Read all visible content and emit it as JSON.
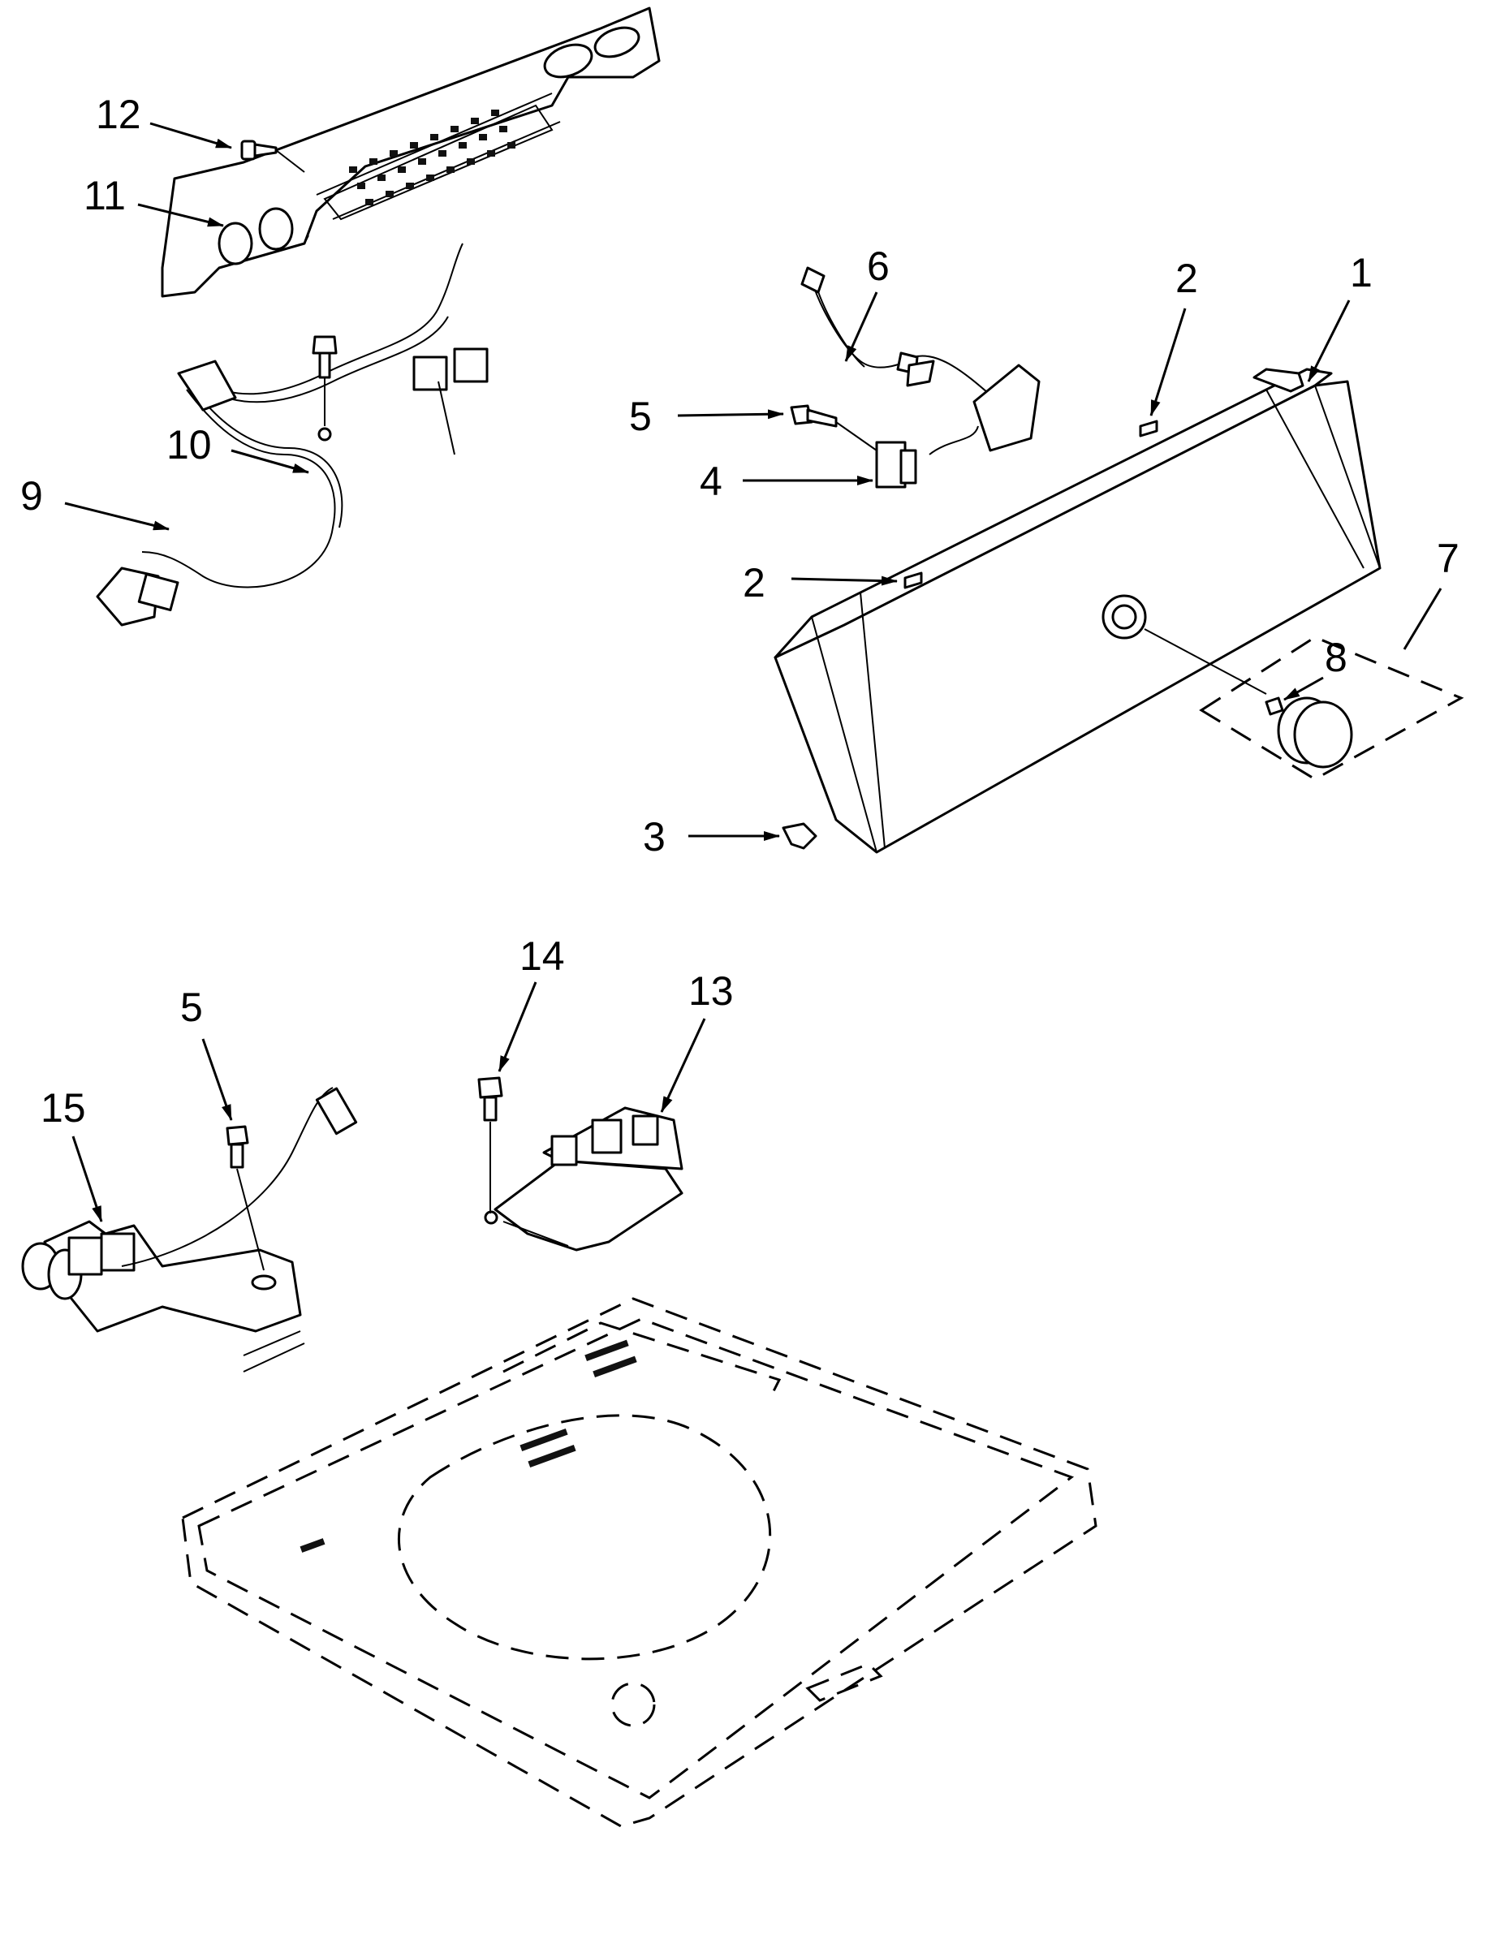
{
  "callouts": [
    {
      "id": "c12",
      "label": "12"
    },
    {
      "id": "c11",
      "label": "11"
    },
    {
      "id": "c6",
      "label": "6"
    },
    {
      "id": "c1",
      "label": "1"
    },
    {
      "id": "c2a",
      "label": "2"
    },
    {
      "id": "c5a",
      "label": "5"
    },
    {
      "id": "c10",
      "label": "10"
    },
    {
      "id": "c4",
      "label": "4"
    },
    {
      "id": "c9",
      "label": "9"
    },
    {
      "id": "c2b",
      "label": "2"
    },
    {
      "id": "c7",
      "label": "7"
    },
    {
      "id": "c8",
      "label": "8"
    },
    {
      "id": "c3",
      "label": "3"
    },
    {
      "id": "c14",
      "label": "14"
    },
    {
      "id": "c13",
      "label": "13"
    },
    {
      "id": "c5b",
      "label": "5"
    },
    {
      "id": "c15",
      "label": "15"
    }
  ]
}
